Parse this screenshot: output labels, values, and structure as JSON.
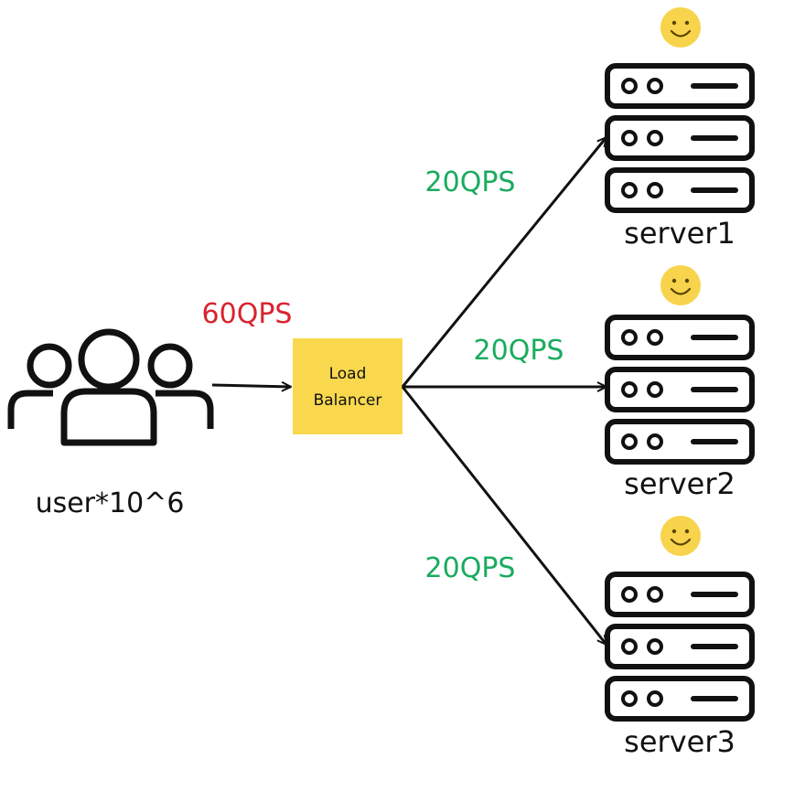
{
  "users": {
    "label": "user*10^6"
  },
  "load_balancer": {
    "label_line1": "Load",
    "label_line2": "Balancer"
  },
  "ingress_rate": "60QPS",
  "servers": [
    {
      "label": "server1",
      "rate": "20QPS",
      "status": "happy"
    },
    {
      "label": "server2",
      "rate": "20QPS",
      "status": "happy"
    },
    {
      "label": "server3",
      "rate": "20QPS",
      "status": "happy"
    }
  ],
  "colors": {
    "ingress_rate": "#d9232e",
    "server_rate": "#1aab5f",
    "load_balancer_fill": "#f9d84e",
    "icon_stroke": "#111111",
    "smiley_fill": "#f7d44c",
    "smiley_stroke": "#8a6a00"
  },
  "icons": [
    "users-group-icon",
    "server-rack-icon",
    "smiley-face-icon",
    "arrow-icon"
  ]
}
